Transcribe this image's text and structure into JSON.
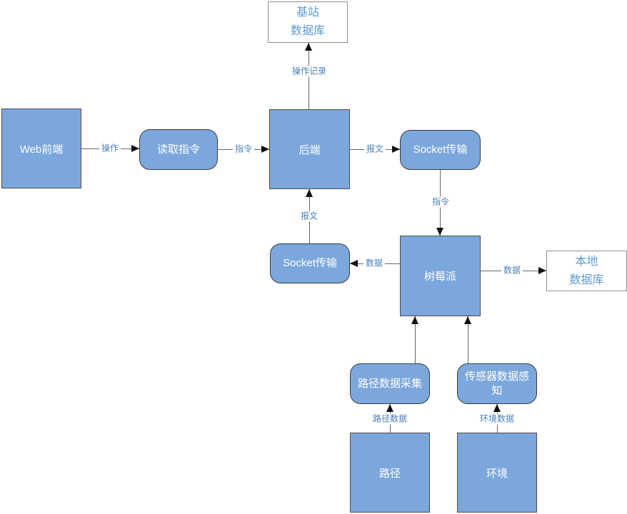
{
  "diagram": {
    "nodes": {
      "base_station_db": {
        "label": "基站\n数据库",
        "type": "database"
      },
      "web_frontend": {
        "label": "Web前端",
        "type": "entity"
      },
      "read_command": {
        "label": "读取指令",
        "type": "process"
      },
      "backend": {
        "label": "后端",
        "type": "entity"
      },
      "socket_right": {
        "label": "Socket传输",
        "type": "process"
      },
      "socket_left": {
        "label": "Socket传输",
        "type": "process"
      },
      "raspberry_pi": {
        "label": "树莓派",
        "type": "entity"
      },
      "local_db": {
        "label": "本地\n数据库",
        "type": "database"
      },
      "path_collect": {
        "label": "路径数据采集",
        "type": "process"
      },
      "sensor_sense": {
        "label": "传感器数据感知",
        "type": "process"
      },
      "path": {
        "label": "路径",
        "type": "entity"
      },
      "environment": {
        "label": "环境",
        "type": "entity"
      }
    },
    "edge_labels": {
      "operation": "操作",
      "command_in": "指令",
      "message_out": "报文",
      "operation_record": "操作记录",
      "command_down": "指令",
      "data_left": "数据",
      "message_up": "报文",
      "data_right": "数据",
      "path_data": "路径数据",
      "env_data": "环境数据"
    },
    "colors": {
      "node_fill": "#7BA7DC",
      "node_border": "#4D4D4D",
      "node_text": "#FFFFFF",
      "db_border": "#8F8F8F",
      "db_text": "#5B9BD5",
      "edge_label": "#4A7EBB",
      "line": "#666666",
      "arrowhead": "#111111"
    }
  }
}
